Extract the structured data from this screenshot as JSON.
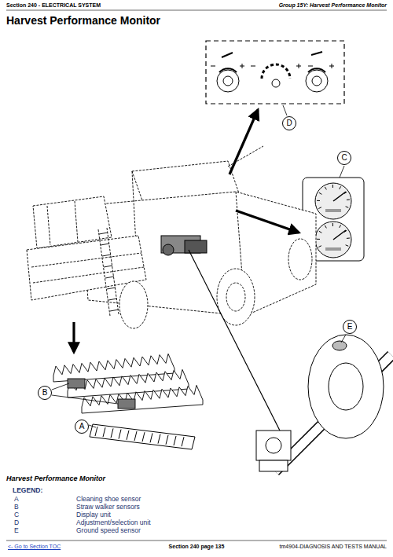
{
  "diagram": {
    "title": "Harvest Performance Monitor",
    "caption": "Harvest Performance Monitor",
    "nodes": [
      {
        "text": [
          "D"
        ]
      },
      {
        "text": [
          "C"
        ]
      },
      {
        "text": [
          "E"
        ]
      },
      {
        "text": [
          "B"
        ]
      },
      {
        "text": [
          "A"
        ]
      }
    ],
    "labels": [
      "Section 240 - ELECTRICAL SYSTEM",
      "Group 15Y: Harvest Performance Monitor",
      "LEGEND:",
      "A",
      "Cleaning shoe sensor",
      "B",
      "Straw walker sensors",
      "C",
      "Display unit",
      "D",
      "Adjustment/selection unit",
      "E",
      "Ground speed sensor",
      "<- Go to Section TOC",
      "Section 240 page 135",
      "tm4904-DIAGNOSIS AND TESTS MANUAL"
    ]
  }
}
